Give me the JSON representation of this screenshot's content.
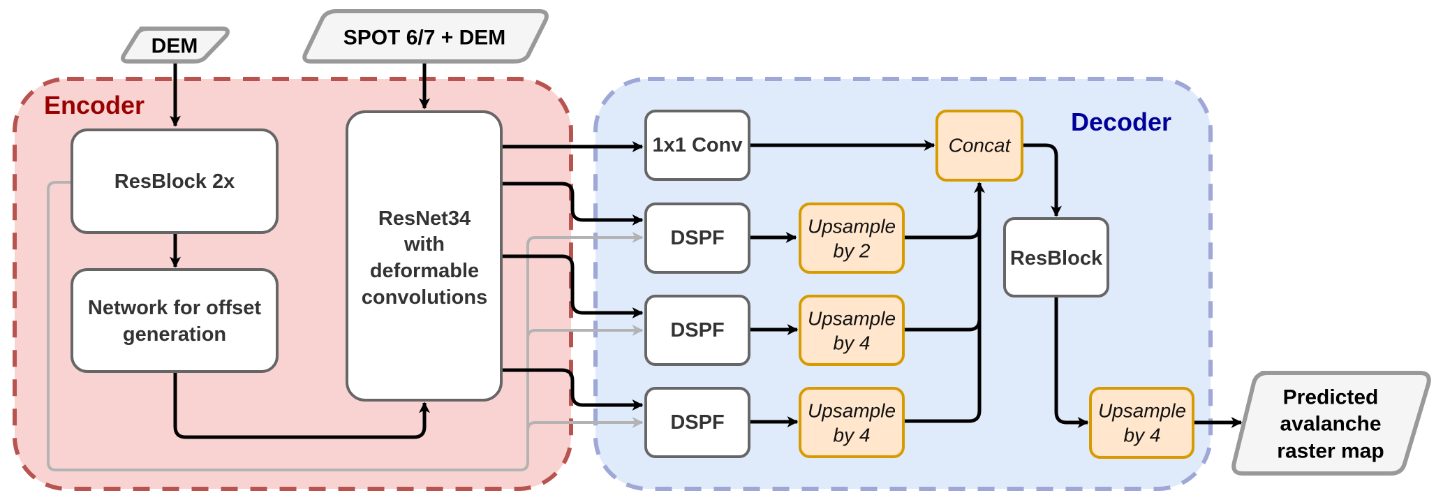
{
  "diagram": {
    "groups": {
      "encoder": {
        "label": "Encoder",
        "color": "#990000",
        "fill": "#f8cecc",
        "border": "#b85450"
      },
      "decoder": {
        "label": "Decoder",
        "color": "#000099",
        "fill": "#dae8fc",
        "border": "#9ea7d6"
      }
    },
    "inputs": {
      "dem": "DEM",
      "spot": "SPOT 6/7 + DEM"
    },
    "nodes": {
      "resblock2x": "ResBlock 2x",
      "offset_net": [
        "Network for offset",
        "generation"
      ],
      "resnet": [
        "ResNet34",
        "with",
        "deformable",
        "convolutions"
      ],
      "conv1x1": "1x1 Conv",
      "dspf_1": "DSPF",
      "dspf_2": "DSPF",
      "dspf_3": "DSPF",
      "up_1": [
        "Upsample",
        "by 2"
      ],
      "up_2": [
        "Upsample",
        "by 4"
      ],
      "up_3": [
        "Upsample",
        "by 4"
      ],
      "concat": "Concat",
      "resblock": "ResBlock",
      "up_final": [
        "Upsample",
        "by 4"
      ]
    },
    "output": [
      "Predicted",
      "avalanche",
      "raster map"
    ],
    "edges": [
      [
        "DEM",
        "ResBlock 2x"
      ],
      [
        "SPOT 6/7 + DEM",
        "ResNet34 with deformable convolutions"
      ],
      [
        "ResBlock 2x",
        "Network for offset generation"
      ],
      [
        "Network for offset generation",
        "ResNet34 with deformable convolutions"
      ],
      [
        "ResNet34 with deformable convolutions",
        "1x1 Conv"
      ],
      [
        "ResNet34 with deformable convolutions",
        "DSPF 1"
      ],
      [
        "ResNet34 with deformable convolutions",
        "DSPF 2"
      ],
      [
        "ResNet34 with deformable convolutions",
        "DSPF 3"
      ],
      [
        "ResBlock 2x",
        "DSPF 1/2/3 (gray skip)"
      ],
      [
        "DSPF 1",
        "Upsample by 2"
      ],
      [
        "DSPF 2",
        "Upsample by 4"
      ],
      [
        "DSPF 3",
        "Upsample by 4"
      ],
      [
        "1x1 Conv",
        "Concat"
      ],
      [
        "Upsample (all)",
        "Concat"
      ],
      [
        "Concat",
        "ResBlock"
      ],
      [
        "ResBlock",
        "Upsample by 4 (final)"
      ],
      [
        "Upsample by 4 (final)",
        "Predicted avalanche raster map"
      ]
    ]
  }
}
